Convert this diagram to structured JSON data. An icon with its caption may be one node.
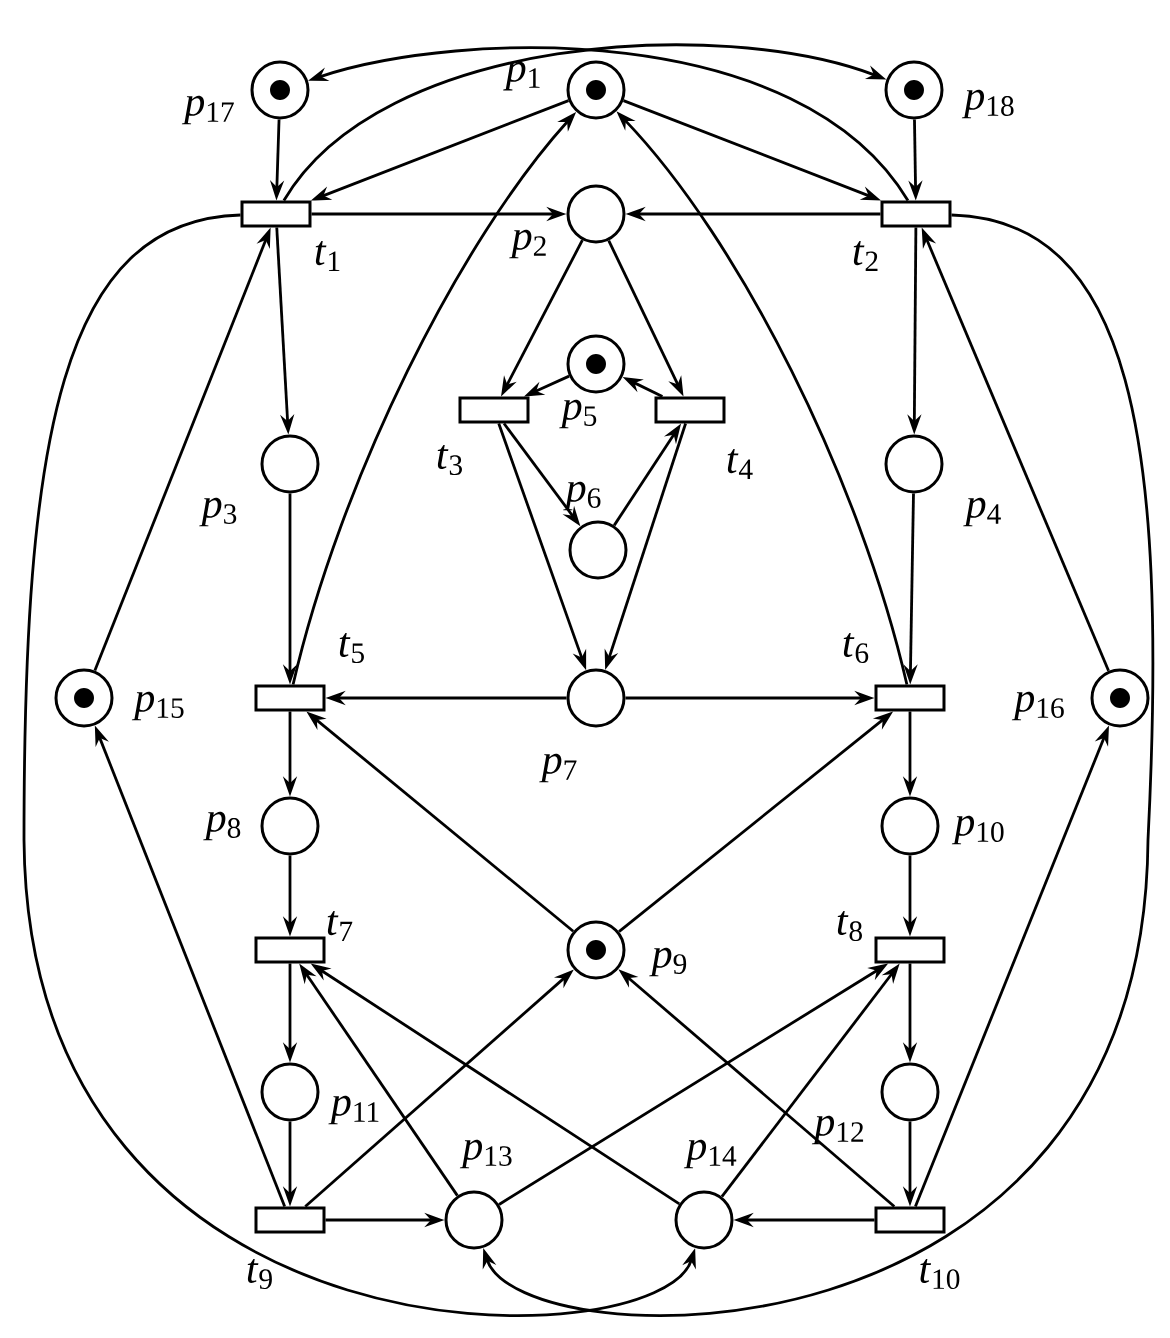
{
  "diagram": {
    "nodes": [
      {
        "text": [],
        "shape": "circle",
        "beside": [
          "*p*$_{17}$"
        ]
      },
      {
        "text": [],
        "shape": "circle",
        "beside": [
          "*p*$_{1}$"
        ]
      },
      {
        "text": [],
        "shape": "circle",
        "beside": [
          "*p*$_{18}$"
        ]
      },
      {
        "text": [],
        "shape": "bar",
        "beside": [
          "*t*$_{1}$"
        ]
      },
      {
        "text": [],
        "shape": "circle",
        "beside": [
          "*p*$_{2}$"
        ]
      },
      {
        "text": [],
        "shape": "bar",
        "beside": [
          "*t*$_{2}$"
        ]
      },
      {
        "text": [],
        "shape": "circle",
        "beside": [
          "*p*$_{5}$"
        ]
      },
      {
        "text": [],
        "shape": "bar",
        "beside": [
          "*t*$_{3}$"
        ]
      },
      {
        "text": [],
        "shape": "bar",
        "beside": [
          "*t*$_{4}$"
        ]
      },
      {
        "text": [],
        "shape": "circle",
        "beside": [
          "*p*$_{3}$"
        ]
      },
      {
        "text": [],
        "shape": "circle",
        "beside": [
          "*p*$_{4}$"
        ]
      },
      {
        "text": [],
        "shape": "circle",
        "beside": [
          "*p*$_{6}$"
        ]
      },
      {
        "text": [],
        "shape": "circle",
        "beside": [
          "*p*$_{15}$"
        ]
      },
      {
        "text": [],
        "shape": "bar",
        "beside": [
          "*t*$_{5}$"
        ]
      },
      {
        "text": [],
        "shape": "circle",
        "beside": [
          "*p*$_{7}$"
        ]
      },
      {
        "text": [],
        "shape": "bar",
        "beside": [
          "*t*$_{6}$"
        ]
      },
      {
        "text": [],
        "shape": "circle",
        "beside": [
          "*p*$_{16}$"
        ]
      },
      {
        "text": [],
        "shape": "circle",
        "beside": [
          "*p*$_{8}$"
        ]
      },
      {
        "text": [],
        "shape": "circle",
        "beside": [
          "*p*$_{10}$"
        ]
      },
      {
        "text": [],
        "shape": "bar",
        "beside": [
          "*t*$_{7}$"
        ]
      },
      {
        "text": [],
        "shape": "circle",
        "beside": [
          "*p*$_{9}$"
        ]
      },
      {
        "text": [],
        "shape": "bar",
        "beside": [
          "*t*$_{8}$"
        ]
      },
      {
        "text": [],
        "shape": "circle",
        "beside": [
          "*p*$_{11}$"
        ]
      },
      {
        "text": [],
        "shape": "circle",
        "beside": [
          "*p*$_{12}$"
        ]
      },
      {
        "text": [],
        "shape": "bar",
        "beside": [
          "*t*$_{9}$"
        ]
      },
      {
        "text": [],
        "shape": "circle",
        "beside": [
          "*p*$_{13}$"
        ]
      },
      {
        "text": [],
        "shape": "circle",
        "beside": [
          "*p*$_{14}$"
        ]
      },
      {
        "text": [],
        "shape": "bar",
        "beside": [
          "*t*$_{10}$"
        ]
      }
    ],
    "edges": [
      {
        "from": 0,
        "to": 3,
        "arrow": "to"
      },
      {
        "from": 2,
        "to": 5,
        "arrow": "to"
      },
      {
        "from": 3,
        "to": 2,
        "arrow": "to"
      },
      {
        "from": 5,
        "to": 0,
        "arrow": "to"
      },
      {
        "from": 1,
        "to": 3,
        "arrow": "to"
      },
      {
        "from": 1,
        "to": 5,
        "arrow": "to"
      },
      {
        "from": 3,
        "to": 4,
        "arrow": "to"
      },
      {
        "from": 5,
        "to": 4,
        "arrow": "to"
      },
      {
        "from": 3,
        "to": 9,
        "arrow": "to"
      },
      {
        "from": 5,
        "to": 10,
        "arrow": "to"
      },
      {
        "from": 4,
        "to": 7,
        "arrow": "to"
      },
      {
        "from": 4,
        "to": 8,
        "arrow": "to"
      },
      {
        "from": 6,
        "to": 7,
        "arrow": "to"
      },
      {
        "from": 8,
        "to": 6,
        "arrow": "to"
      },
      {
        "from": 7,
        "to": 11,
        "arrow": "to"
      },
      {
        "from": 11,
        "to": 8,
        "arrow": "to"
      },
      {
        "from": 7,
        "to": 14,
        "arrow": "to"
      },
      {
        "from": 8,
        "to": 14,
        "arrow": "to"
      },
      {
        "from": 9,
        "to": 13,
        "arrow": "to"
      },
      {
        "from": 10,
        "to": 15,
        "arrow": "to"
      },
      {
        "from": 14,
        "to": 13,
        "arrow": "to"
      },
      {
        "from": 14,
        "to": 15,
        "arrow": "to"
      },
      {
        "from": 13,
        "to": 1,
        "arrow": "to"
      },
      {
        "from": 15,
        "to": 1,
        "arrow": "to"
      },
      {
        "from": 20,
        "to": 13,
        "arrow": "to"
      },
      {
        "from": 20,
        "to": 15,
        "arrow": "to"
      },
      {
        "from": 13,
        "to": 17,
        "arrow": "to"
      },
      {
        "from": 15,
        "to": 18,
        "arrow": "to"
      },
      {
        "from": 17,
        "to": 19,
        "arrow": "to"
      },
      {
        "from": 18,
        "to": 21,
        "arrow": "to"
      },
      {
        "from": 19,
        "to": 22,
        "arrow": "to"
      },
      {
        "from": 21,
        "to": 23,
        "arrow": "to"
      },
      {
        "from": 22,
        "to": 24,
        "arrow": "to"
      },
      {
        "from": 23,
        "to": 27,
        "arrow": "to"
      },
      {
        "from": 24,
        "to": 20,
        "arrow": "to"
      },
      {
        "from": 27,
        "to": 20,
        "arrow": "to"
      },
      {
        "from": 25,
        "to": 19,
        "arrow": "to"
      },
      {
        "from": 26,
        "to": 19,
        "arrow": "to"
      },
      {
        "from": 25,
        "to": 21,
        "arrow": "to"
      },
      {
        "from": 26,
        "to": 21,
        "arrow": "to"
      },
      {
        "from": 24,
        "to": 25,
        "arrow": "to"
      },
      {
        "from": 27,
        "to": 26,
        "arrow": "to"
      },
      {
        "from": 24,
        "to": 12,
        "arrow": "to"
      },
      {
        "from": 27,
        "to": 16,
        "arrow": "to"
      },
      {
        "from": 12,
        "to": 3,
        "arrow": "to"
      },
      {
        "from": 16,
        "to": 5,
        "arrow": "to"
      },
      {
        "from": 3,
        "to": 26,
        "arrow": "to"
      },
      {
        "from": 5,
        "to": 25,
        "arrow": "to"
      }
    ]
  }
}
